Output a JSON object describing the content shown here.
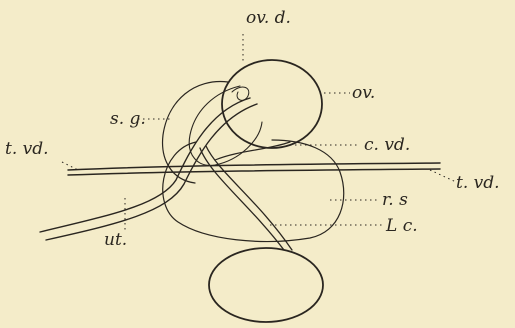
{
  "labels": {
    "ov_d": "ov. d.",
    "ov": "ov.",
    "s_g": "s. g.",
    "c_vd": "c. vd.",
    "t_vd_left": "t. vd.",
    "t_vd_right": "t. vd.",
    "r_s": "r. s",
    "l_c": "L c.",
    "ut": "ut."
  }
}
